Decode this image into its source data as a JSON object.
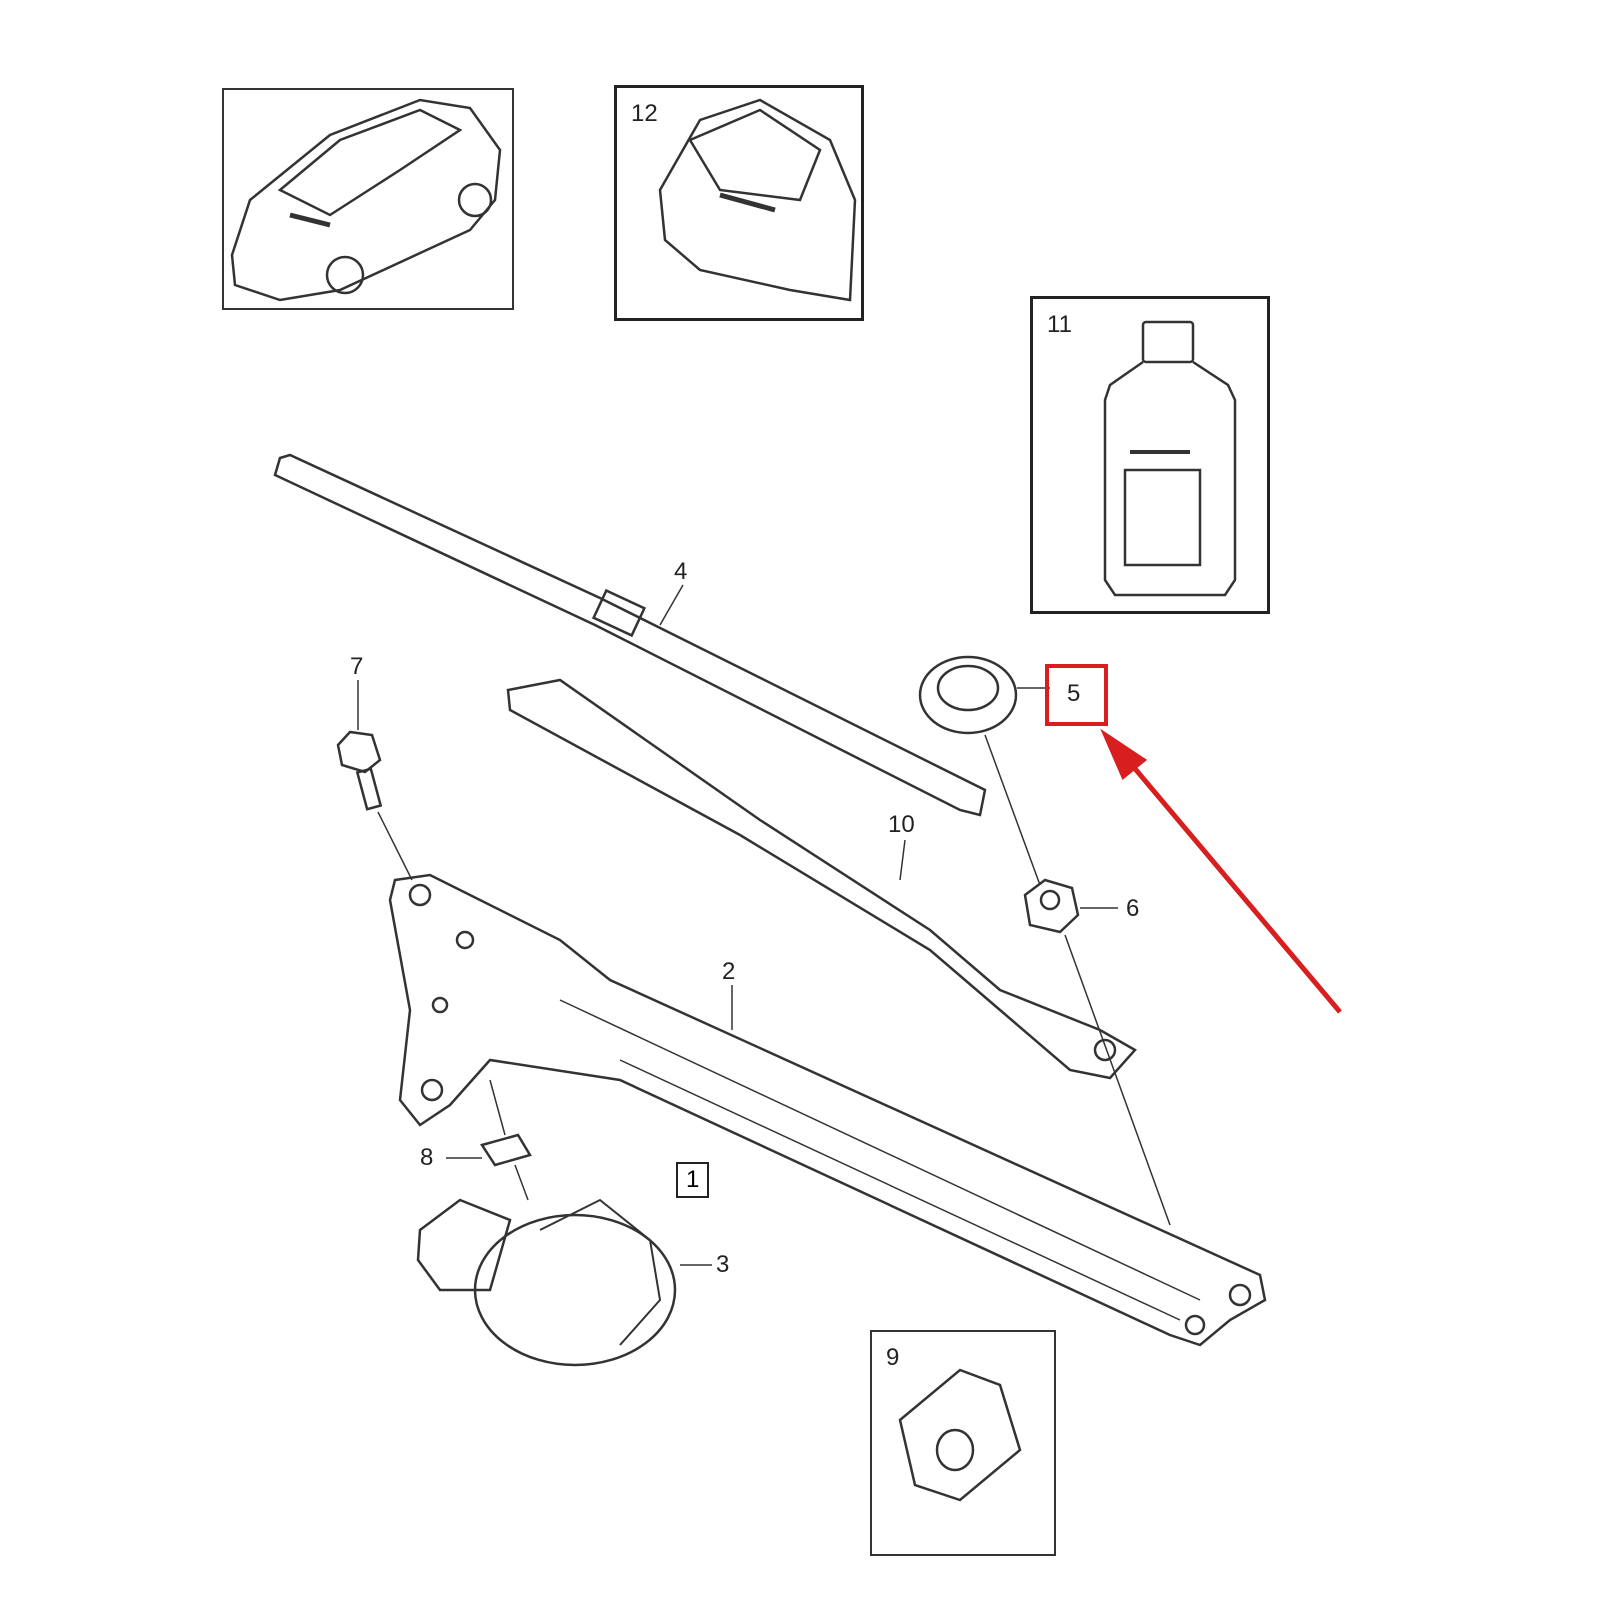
{
  "diagram": {
    "title_parts": [
      {
        "id": "1",
        "name": "wiper-assembly"
      },
      {
        "id": "2",
        "name": "linkage"
      },
      {
        "id": "3",
        "name": "wiper-motor"
      },
      {
        "id": "4",
        "name": "wiper-blade"
      },
      {
        "id": "5",
        "name": "cap"
      },
      {
        "id": "6",
        "name": "nut"
      },
      {
        "id": "7",
        "name": "bolt"
      },
      {
        "id": "8",
        "name": "clip"
      },
      {
        "id": "9",
        "name": "rubber-bushing"
      },
      {
        "id": "10",
        "name": "wiper-arm"
      },
      {
        "id": "11",
        "name": "washer-fluid-bottle"
      },
      {
        "id": "12",
        "name": "front-view-inset"
      }
    ],
    "labels": {
      "p1": "1",
      "p2": "2",
      "p3": "3",
      "p4": "4",
      "p5": "5",
      "p6": "6",
      "p7": "7",
      "p8": "8",
      "p9": "9",
      "p10": "10",
      "p11": "11",
      "p12": "12"
    },
    "highlight_color": "#d81e1e",
    "highlighted_part": "5"
  }
}
